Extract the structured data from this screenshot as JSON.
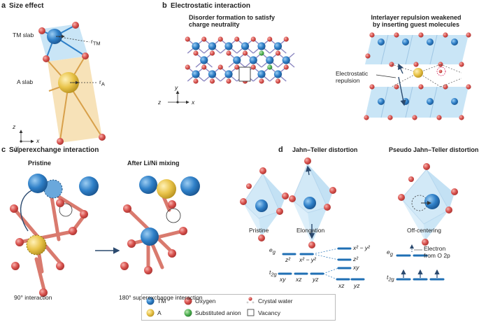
{
  "panel_a": {
    "letter": "a",
    "title": "Size effect",
    "tm_slab": "TM slab",
    "a_slab": "A slab",
    "r_tm": "r",
    "r_tm_sub": "TM",
    "r_a": "r",
    "r_a_sub": "A",
    "axis_z": "z",
    "axis_y": "y",
    "axis_x": "x"
  },
  "panel_b": {
    "letter": "b",
    "title": "Electrostatic interaction",
    "left_sub_1": "Disorder formation to satisfy",
    "left_sub_2": "charge neutrality",
    "right_sub_1": "Interlayer repulsion weakened",
    "right_sub_2": "by inserting guest molecules",
    "electrostatic_1": "Electrostatic",
    "electrostatic_2": "repulsion",
    "axis_z": "z",
    "axis_y": "y",
    "axis_x": "x"
  },
  "panel_c": {
    "letter": "c",
    "title": "Superexchange interaction",
    "pristine": "Pristine",
    "after": "After Li/Ni mixing",
    "int90": "90° interaction",
    "int180": "180° superexchange interaction"
  },
  "panel_d": {
    "letter": "d",
    "jt_title": "Jahn–Teller distortion",
    "pjt_title": "Pseudo Jahn–Teller distortion",
    "pristine": "Pristine",
    "elongation": "Elongation",
    "off_centering": "Off-centering",
    "eg": "e",
    "eg_sub": "g",
    "t2g": "t",
    "t2g_sub": "2g",
    "z2": "z²",
    "x2y2": "x² − y²",
    "xy": "xy",
    "xz": "xz",
    "yz": "yz",
    "electron_1": "Electron",
    "electron_2": "from O 2p"
  },
  "legend": {
    "tm": "TM",
    "oxygen": "Oxygen",
    "crystal_water": "Crystal water",
    "a": "A",
    "substituted_anion": "Substituted anion",
    "vacancy": "Vacancy"
  },
  "colors": {
    "tm": "#2f80c8",
    "oxygen": "#d9534f",
    "a": "#e9c44a",
    "anion": "#4caf50",
    "slab_blue": "#bfe0f4",
    "slab_orange": "#f6dfb0",
    "bond_orange": "#d8a04a"
  }
}
